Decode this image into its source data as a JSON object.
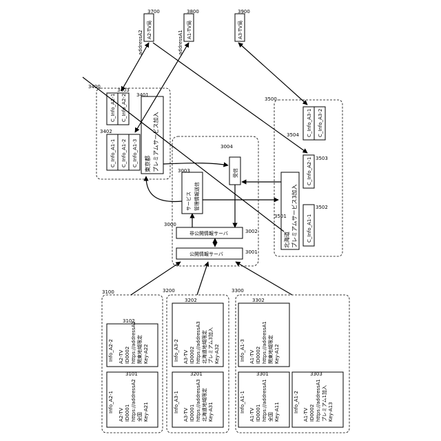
{
  "tv_stations": [
    {
      "ref": "3700",
      "name": "A2-TV局",
      "address": "addressA2"
    },
    {
      "ref": "3800",
      "name": "A1-TV局",
      "address": "addressA1"
    },
    {
      "ref": "3900",
      "name": "A3-TV局",
      "address": ""
    }
  ],
  "group_3400": {
    "ref": "3400",
    "title_line1": "東京都",
    "title_line2": "プレミアムサービス加入",
    "title_ref": "3401",
    "items": [
      {
        "ref": "3403",
        "label": "C_Info_A2-1"
      },
      {
        "ref": "",
        "label": "C_Info_A2-2"
      },
      {
        "ref": "3402",
        "label": "C_Info_A1-1"
      },
      {
        "ref": "",
        "label": "C_Info_A1-2"
      },
      {
        "ref": "",
        "label": "C_Info_A1-3"
      }
    ]
  },
  "group_3500": {
    "ref": "3500",
    "title_line1": "北海道",
    "title_line2": "プレミアムサービス3加入",
    "title_ref": "3501",
    "items": [
      {
        "ref": "3504",
        "label": "C_Info_A3-1"
      },
      {
        "ref": "",
        "label": "C_Info_A3-2"
      },
      {
        "ref": "3503",
        "label": "C_Info_A2-1"
      },
      {
        "ref": "3502",
        "label": "C_Info_A1-1"
      }
    ]
  },
  "group_3000": {
    "ref": "3000",
    "receive": {
      "ref": "3004",
      "label": "受信"
    },
    "service": {
      "ref": "3003",
      "label_line1": "サービス",
      "label_line2": "管理情報送信"
    },
    "server2": {
      "ref": "3002",
      "label": "非公開情報サーバ"
    },
    "server1": {
      "ref": "3001",
      "label": "公開情報サーバ"
    }
  },
  "group_3100": {
    "ref": "3100",
    "cards": [
      {
        "ref": "3101",
        "header": "Info_A2-1",
        "lines": [
          "A2-TV",
          "ID0001",
          "https://addressA2",
          "全国",
          "Key-A21"
        ]
      },
      {
        "ref": "3102",
        "header": "Info_A2-2",
        "lines": [
          "A2-TV",
          "ID0002",
          "https://addressA2",
          "関東地域限定",
          "Key-A22"
        ]
      }
    ]
  },
  "group_3200": {
    "ref": "3200",
    "cards": [
      {
        "ref": "3201",
        "header": "Info_A3-1",
        "lines": [
          "A3-TV",
          "ID0001",
          "https://addressA3",
          "北海道地域限定",
          "Key-A31"
        ]
      },
      {
        "ref": "3202",
        "header": "Info_A3-2",
        "lines": [
          "A3-TV",
          "ID0002",
          "https://addressA3",
          "北海道地域限定",
          "プレミアム3加入",
          "Key-A32"
        ]
      }
    ]
  },
  "group_3300": {
    "ref": "3300",
    "cards": [
      {
        "ref": "3301",
        "header": "Info_A1-1",
        "lines": [
          "A1-TV",
          "ID0001",
          "https://addressA1",
          "全国",
          "Key-A11"
        ]
      },
      {
        "ref": "3302",
        "header": "Info_A1-3",
        "lines": [
          "A1-TV",
          "ID0002",
          "https://addressA1",
          "関東地域限定",
          "Key-A12"
        ]
      },
      {
        "ref": "3303",
        "header": "Info_A1-2",
        "lines": [
          "A1-TV",
          "ID0002",
          "https://addressA1",
          "プレミアム1加入",
          "Key-A13"
        ]
      }
    ]
  }
}
